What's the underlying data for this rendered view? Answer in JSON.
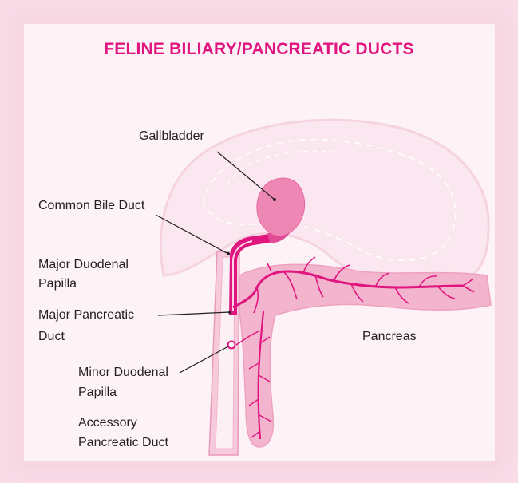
{
  "title": "FELINE BILIARY/PANCREATIC DUCTS",
  "colors": {
    "accent": "#e0157f",
    "tissue": "#f3b5cd",
    "background": "#f8dde8",
    "panel": "#fdf2f6",
    "text": "#231f20"
  },
  "labels": {
    "gallbladder": "Gallbladder",
    "common_bile_duct": "Common Bile Duct",
    "major_duodenal_papilla_1": "Major Duodenal",
    "major_duodenal_papilla_2": "Papilla",
    "major_pancreatic_duct_1": "Major Pancreatic",
    "major_pancreatic_duct_2": "Duct",
    "pancreas": "Pancreas",
    "minor_duodenal_papilla_1": "Minor Duodenal",
    "minor_duodenal_papilla_2": "Papilla",
    "accessory_pancreatic_duct_1": "Accessory",
    "accessory_pancreatic_duct_2": "Pancreatic Duct"
  }
}
